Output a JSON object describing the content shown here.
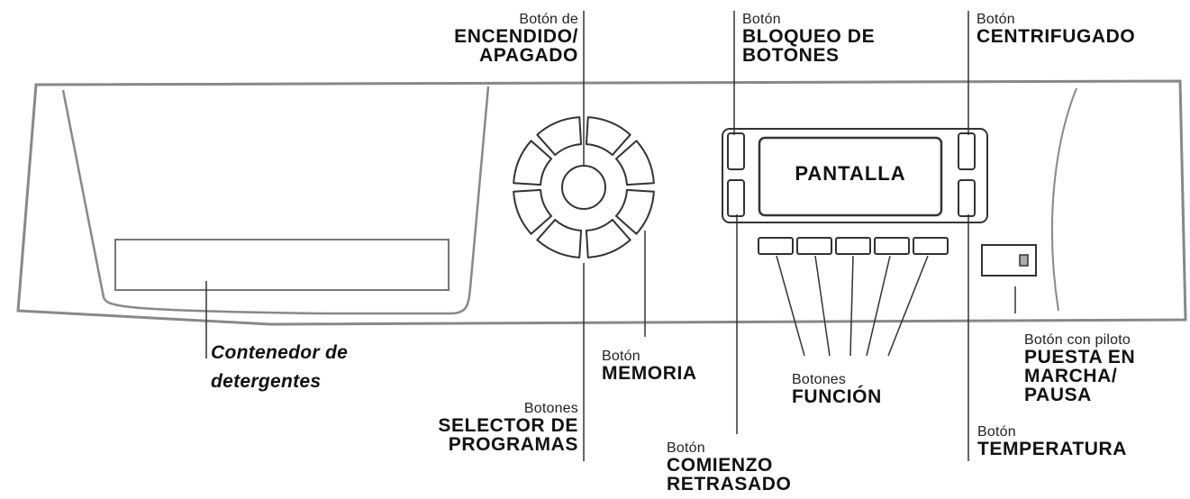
{
  "screen": "PANTALLA",
  "labels": {
    "power": {
      "small": "Botón de",
      "big": [
        "ENCENDIDO/",
        "APAGADO"
      ]
    },
    "lock": {
      "small": "Botón",
      "big": [
        "BLOQUEO DE",
        "BOTONES"
      ]
    },
    "spin": {
      "small": "Botón",
      "big": [
        "CENTRIFUGADO"
      ]
    },
    "detergent": {
      "big": [
        "Contenedor de",
        "detergentes"
      ]
    },
    "memory": {
      "small": "Botón",
      "big": [
        "MEMORIA"
      ]
    },
    "function": {
      "small": "Botones",
      "big": [
        "FUNCIÓN"
      ]
    },
    "start": {
      "small": "Botón con piloto",
      "big": [
        "PUESTA EN",
        "MARCHA/",
        "PAUSA"
      ]
    },
    "selector": {
      "small": "Botones",
      "big": [
        "SELECTOR DE",
        "PROGRAMAS"
      ]
    },
    "delay": {
      "small": "Botón",
      "big": [
        "COMIENZO",
        "RETRASADO"
      ]
    },
    "temperature": {
      "small": "Botón",
      "big": [
        "TEMPERATURA"
      ]
    }
  }
}
